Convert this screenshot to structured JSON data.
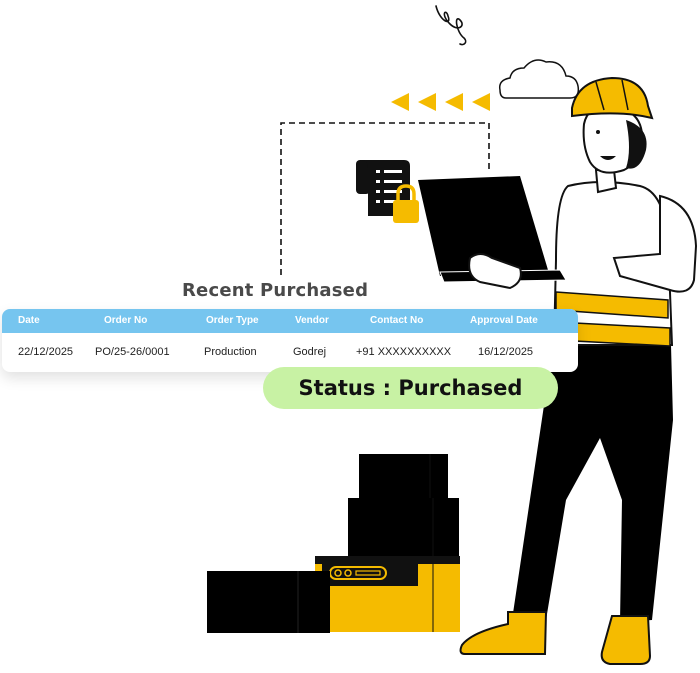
{
  "card": {
    "title": "Recent Purchased",
    "columns": [
      "Date",
      "Order No",
      "Order Type",
      "Vendor",
      "Contact No",
      "Approval Date"
    ],
    "row": [
      "22/12/2025",
      "PO/25-26/0001",
      "Production",
      "Godrej",
      "+91 XXXXXXXXXX",
      "16/12/2025"
    ]
  },
  "status": {
    "label": "Status : Purchased"
  },
  "colors": {
    "header": "#76c5ef",
    "status_bg": "#c8f2a4",
    "accent": "#f5bb00"
  },
  "icons": [
    "receipt-icon",
    "lock-icon",
    "cloud-icon",
    "arrow-left-icon"
  ]
}
